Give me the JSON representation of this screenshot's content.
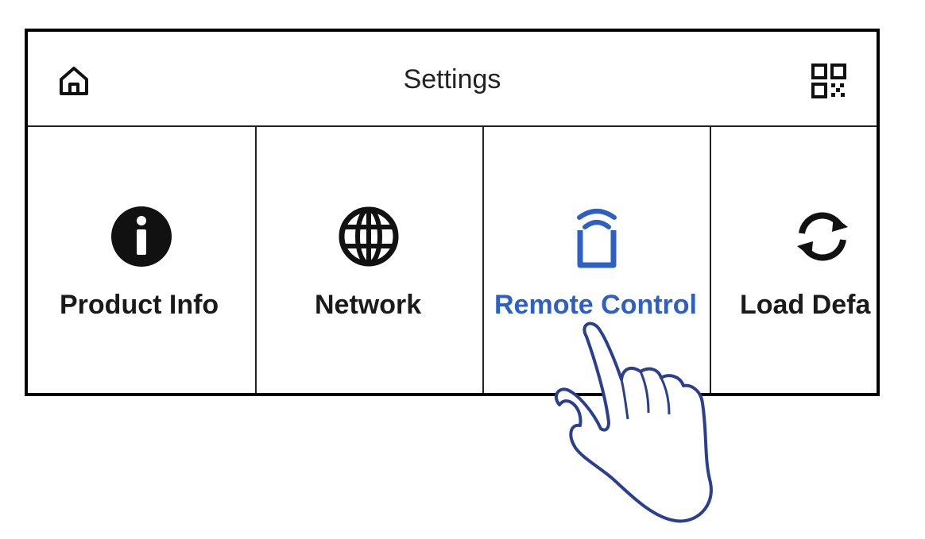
{
  "header": {
    "title": "Settings",
    "left_icon": "home-icon",
    "right_icon": "qr-code-icon"
  },
  "tiles": [
    {
      "label": "Product Info",
      "icon": "info-icon",
      "active": false
    },
    {
      "label": "Network",
      "icon": "globe-icon",
      "active": false
    },
    {
      "label": "Remote Control",
      "icon": "remote-control-icon",
      "active": true
    },
    {
      "label": "Load Defa",
      "icon": "refresh-icon",
      "active": false
    }
  ],
  "colors": {
    "active": "#2d5fc4",
    "text": "#1a1a1a",
    "border": "#000000",
    "hand_outline": "#2a3f8f"
  },
  "overlay": {
    "icon": "pointing-hand-icon"
  }
}
